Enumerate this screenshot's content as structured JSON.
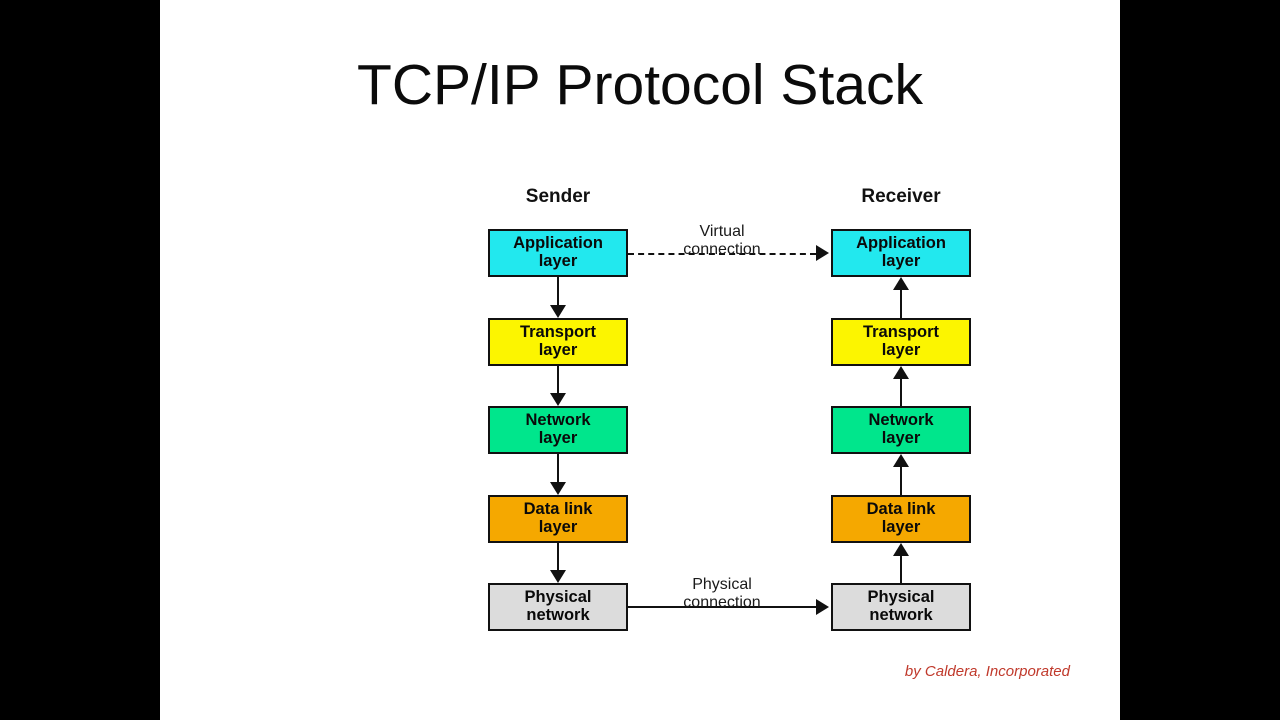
{
  "slide": {
    "title": "TCP/IP Protocol Stack",
    "credit": "by Caldera, Incorporated"
  },
  "diagram": {
    "columns": [
      {
        "id": "sender",
        "header": "Sender"
      },
      {
        "id": "receiver",
        "header": "Receiver"
      }
    ],
    "layers": [
      {
        "id": "application",
        "line1": "Application",
        "line2": "layer",
        "color": "#22e8ee"
      },
      {
        "id": "transport",
        "line1": "Transport",
        "line2": "layer",
        "color": "#fcf500"
      },
      {
        "id": "network",
        "line1": "Network",
        "line2": "layer",
        "color": "#00e68c"
      },
      {
        "id": "datalink",
        "line1": "Data link",
        "line2": "layer",
        "color": "#f5a800"
      },
      {
        "id": "physical",
        "line1": "Physical",
        "line2": "network",
        "color": "#dcdcdc"
      }
    ],
    "links": [
      {
        "id": "virtual",
        "line1": "Virtual",
        "line2": "connection",
        "style": "dashed"
      },
      {
        "id": "physical",
        "line1": "Physical",
        "line2": "connection",
        "style": "solid"
      }
    ],
    "flow": {
      "sender_direction": "down",
      "receiver_direction": "up"
    }
  },
  "colors": {
    "letterbox": "#000000",
    "slide_background": "#ffffff",
    "stroke": "#111111",
    "credit_text": "#c0392b"
  }
}
